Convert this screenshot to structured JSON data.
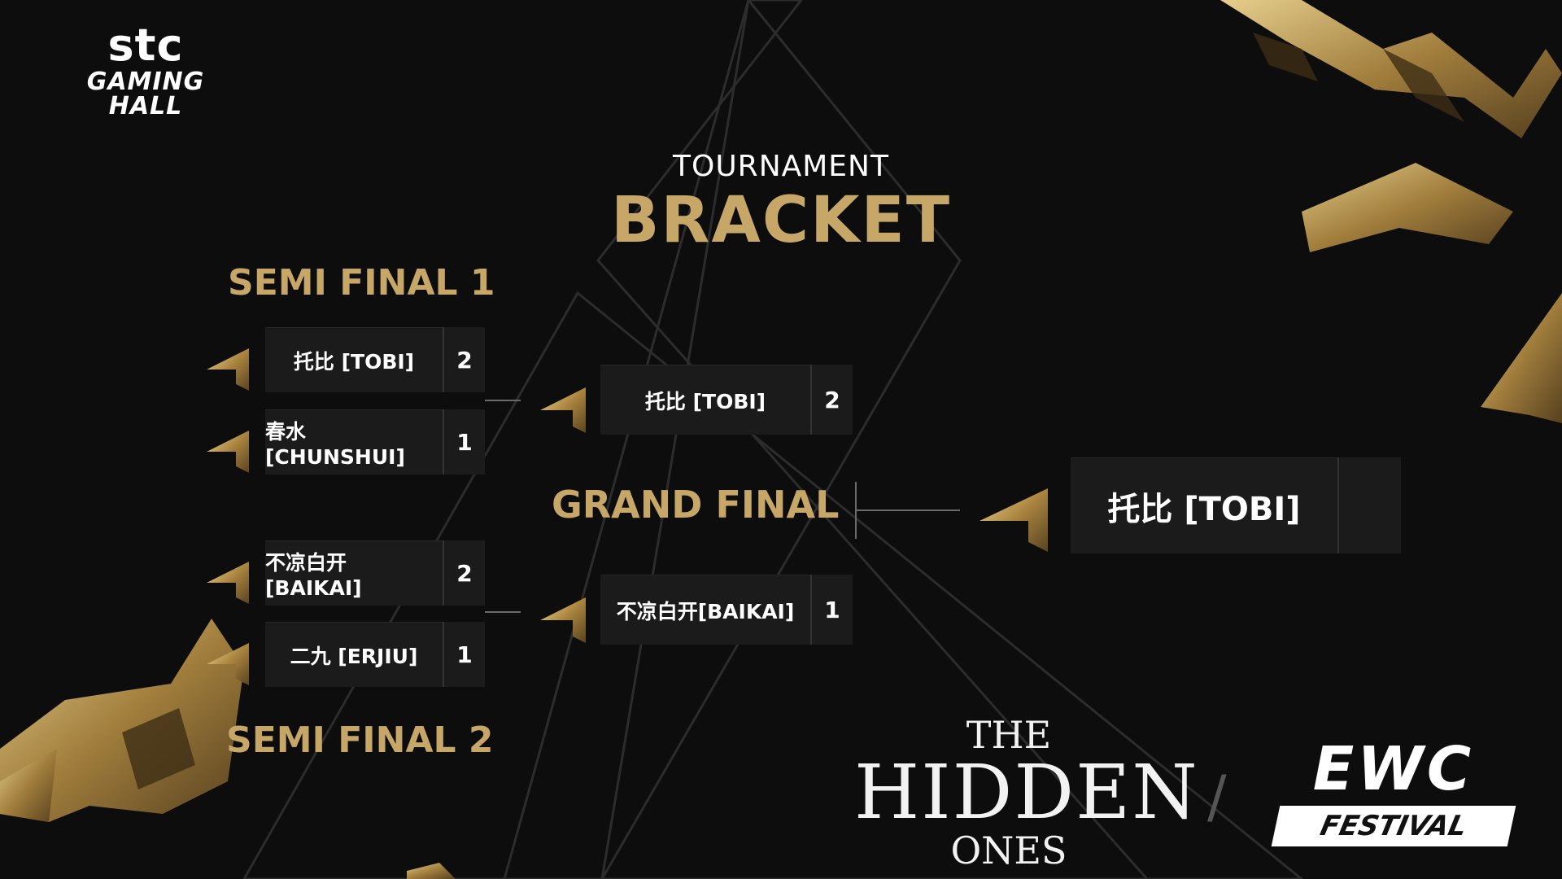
{
  "branding": {
    "stc_logo": "stc",
    "stc_sub": "GAMING HALL",
    "hidden_line1": "THE",
    "hidden_line2": "HIDDEN",
    "hidden_line3": "ONES",
    "ewc_line1": "EWC",
    "ewc_line2": "FESTIVAL"
  },
  "title": {
    "top": "TOURNAMENT",
    "main": "BRACKET"
  },
  "labels": {
    "semi1": "SEMI FINAL 1",
    "semi2": "SEMI FINAL 2",
    "grand": "GRAND FINAL"
  },
  "semi1": [
    {
      "name": "托比 [TOBI]",
      "score": "2"
    },
    {
      "name": "春水[CHUNSHUI]",
      "score": "1"
    }
  ],
  "semi2": [
    {
      "name": "不凉白开[BAIKAI]",
      "score": "2"
    },
    {
      "name": "二九 [ERJIU]",
      "score": "1"
    }
  ],
  "final": [
    {
      "name": "托比 [TOBI]",
      "score": "2"
    },
    {
      "name": "不凉白开[BAIKAI]",
      "score": "1"
    }
  ],
  "winner": {
    "name": "托比 [TOBI]"
  },
  "colors": {
    "gold": "#c6a768",
    "panel": "#1b1b1b",
    "background": "#0d0d0d"
  }
}
